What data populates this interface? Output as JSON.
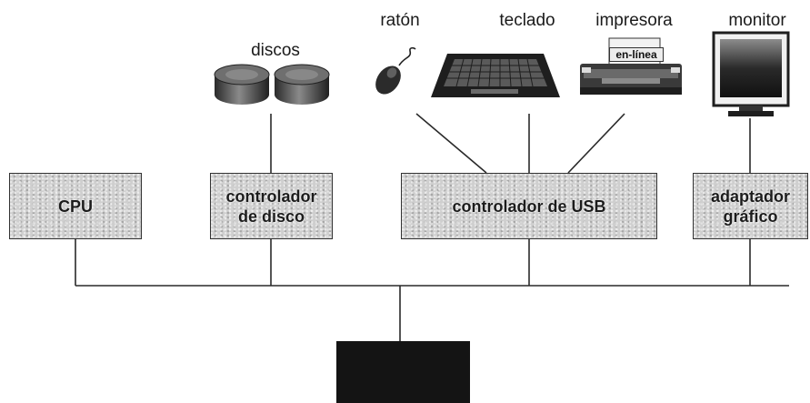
{
  "devices": {
    "disks_label": "discos",
    "mouse_label": "ratón",
    "keyboard_label": "teclado",
    "printer_label": "impresora",
    "monitor_label": "monitor",
    "printer_paper_text": "en-línea"
  },
  "controllers": {
    "cpu_label": "CPU",
    "disk_controller_line1": "controlador",
    "disk_controller_line2": "de disco",
    "usb_controller_label": "controlador de USB",
    "graphics_adapter_line1": "adaptador",
    "graphics_adapter_line2": "gráfico"
  },
  "memory_label": "",
  "colors": {
    "box_fill": "#cfcfcf",
    "line": "#2a2a2a",
    "memory_fill": "#141414"
  }
}
